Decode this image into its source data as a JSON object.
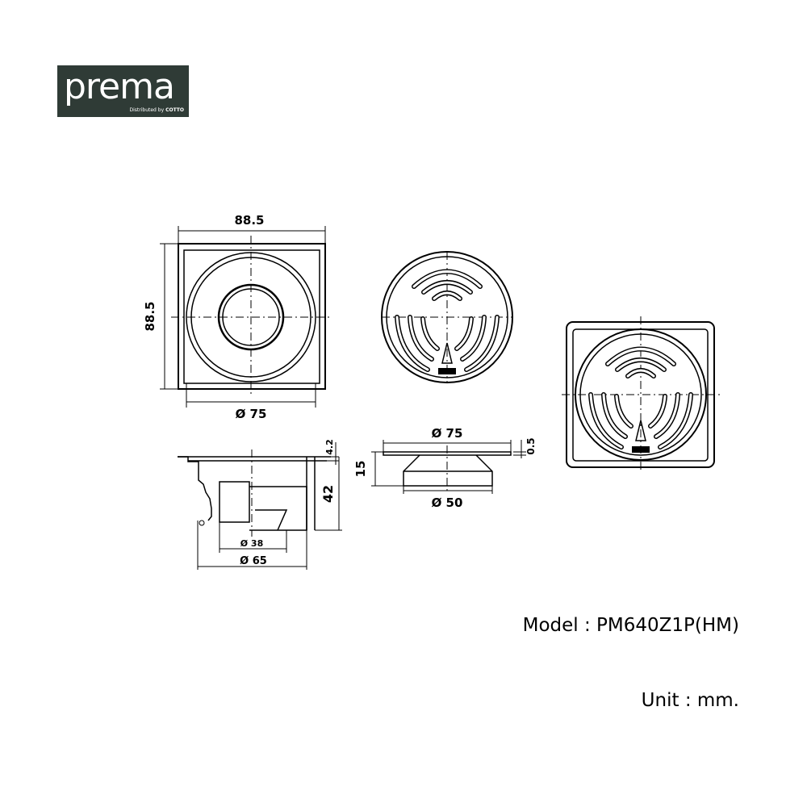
{
  "brand": {
    "logo_word": "prema",
    "logo_tagline": "Distributed by",
    "logo_partner": "COTTO"
  },
  "dimensions": {
    "top_width": "88.5",
    "top_height": "88.5",
    "flange_dia": "Ø 75",
    "cover_dia": "Ø 75",
    "cover_thickness": "0.5",
    "cover_height": "15",
    "cover_spigot_dia": "Ø 50",
    "body_lip": "4.2",
    "body_height": "42",
    "outlet_inner_dia": "Ø 38",
    "outlet_outer_dia": "Ø 65"
  },
  "model": {
    "label": "Model",
    "separator": ":",
    "value": "PM640Z1P(HM)"
  },
  "unit": {
    "label": "Unit",
    "separator": ":",
    "value": "mm."
  }
}
